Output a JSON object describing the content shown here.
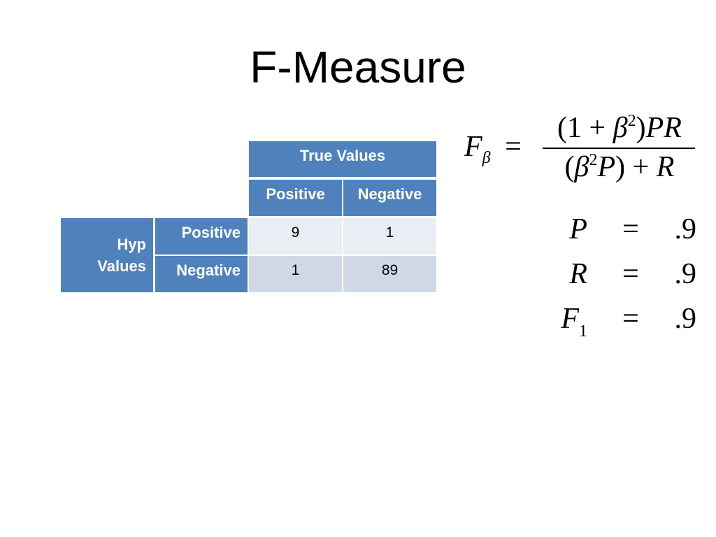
{
  "slide": {
    "title": "F-Measure"
  },
  "table": {
    "true_values_label": "True Values",
    "hyp_values_label_line1": "Hyp",
    "hyp_values_label_line2": "Values",
    "column_headers": [
      "Positive",
      "Negative"
    ],
    "rows": [
      {
        "label": "Positive",
        "values": [
          "9",
          "1"
        ]
      },
      {
        "label": "Negative",
        "values": [
          "1",
          "89"
        ]
      }
    ],
    "colors": {
      "header_blue": "#4f81bd",
      "cell_light": "#e9edf4",
      "cell_dark": "#d0d8e8"
    }
  },
  "formula": {
    "lhs_var": "F",
    "lhs_sub": "β",
    "equals": "=",
    "numerator": {
      "open": "(1 + ",
      "beta": "β",
      "exp": "2",
      "close": ")",
      "vars": "PR"
    },
    "denominator": {
      "open": "(",
      "beta": "β",
      "exp": "2",
      "var_p": "P",
      "close": ") + ",
      "var_r": "R"
    }
  },
  "results": [
    {
      "var": "P",
      "sub": "",
      "sign": "=",
      "value": ".9"
    },
    {
      "var": "R",
      "sub": "",
      "sign": "=",
      "value": ".9"
    },
    {
      "var": "F",
      "sub": "1",
      "sign": "=",
      "value": ".9"
    }
  ]
}
